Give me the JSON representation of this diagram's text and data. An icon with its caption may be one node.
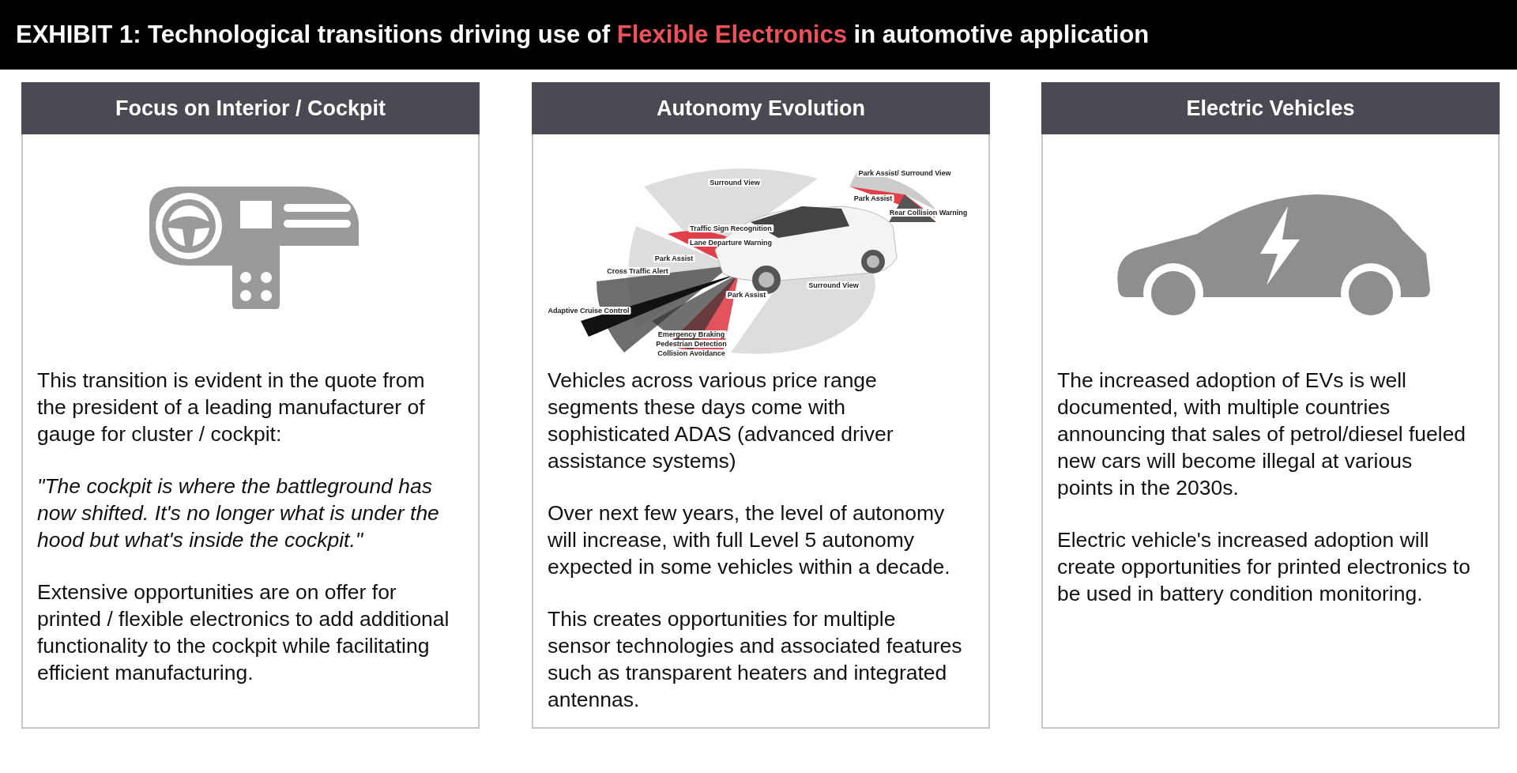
{
  "diagram": {
    "title": "EXHIBIT 1: Technological transitions driving use of **Flexible Electronics** in automotive application",
    "nodes": [
      {
        "text": [
          "Focus on Interior / Cockpit",
          "This transition is evident in the quote from the president of a leading manufacturer of gauge for cluster / cockpit:",
          "\"The cockpit is where the battleground has now shifted. It's no longer what is under the hood but what's inside the cockpit.\"",
          "Extensive opportunities are on offer for printed / flexible electronics to add additional functionality to the cockpit while facilitating efficient manufacturing."
        ]
      },
      {
        "text": [
          "Autonomy Evolution",
          "Vehicles across various price range segments these days come with sophisticated ADAS (advanced driver assistance systems)",
          "Over next few years, the level of autonomy will increase, with full Level 5 autonomy expected in some vehicles within a decade.",
          "This creates opportunities for multiple sensor technologies and associated features such as transparent heaters and integrated antennas."
        ]
      },
      {
        "text": [
          "Electric Vehicles",
          "The increased adoption of EVs is well documented, with multiple countries announcing that sales of petrol/diesel fueled new cars will become illegal at various points in the 2030s.",
          "Electric vehicle's increased adoption will create opportunities for printed electronics to be used in battery condition monitoring."
        ]
      }
    ],
    "labels": [
      "Park Assist/ Surround View",
      "Surround View",
      "Park Assist",
      "Rear Collision Warning",
      "Traffic Sign Recognition",
      "Lane Departure Warning",
      "Park Assist",
      "Cross Traffic Alert",
      "Surround View",
      "Park Assist",
      "Adaptive Cruise Control",
      "Emergency Braking",
      "Pedestrian Detection",
      "Collision Avoidance"
    ]
  }
}
